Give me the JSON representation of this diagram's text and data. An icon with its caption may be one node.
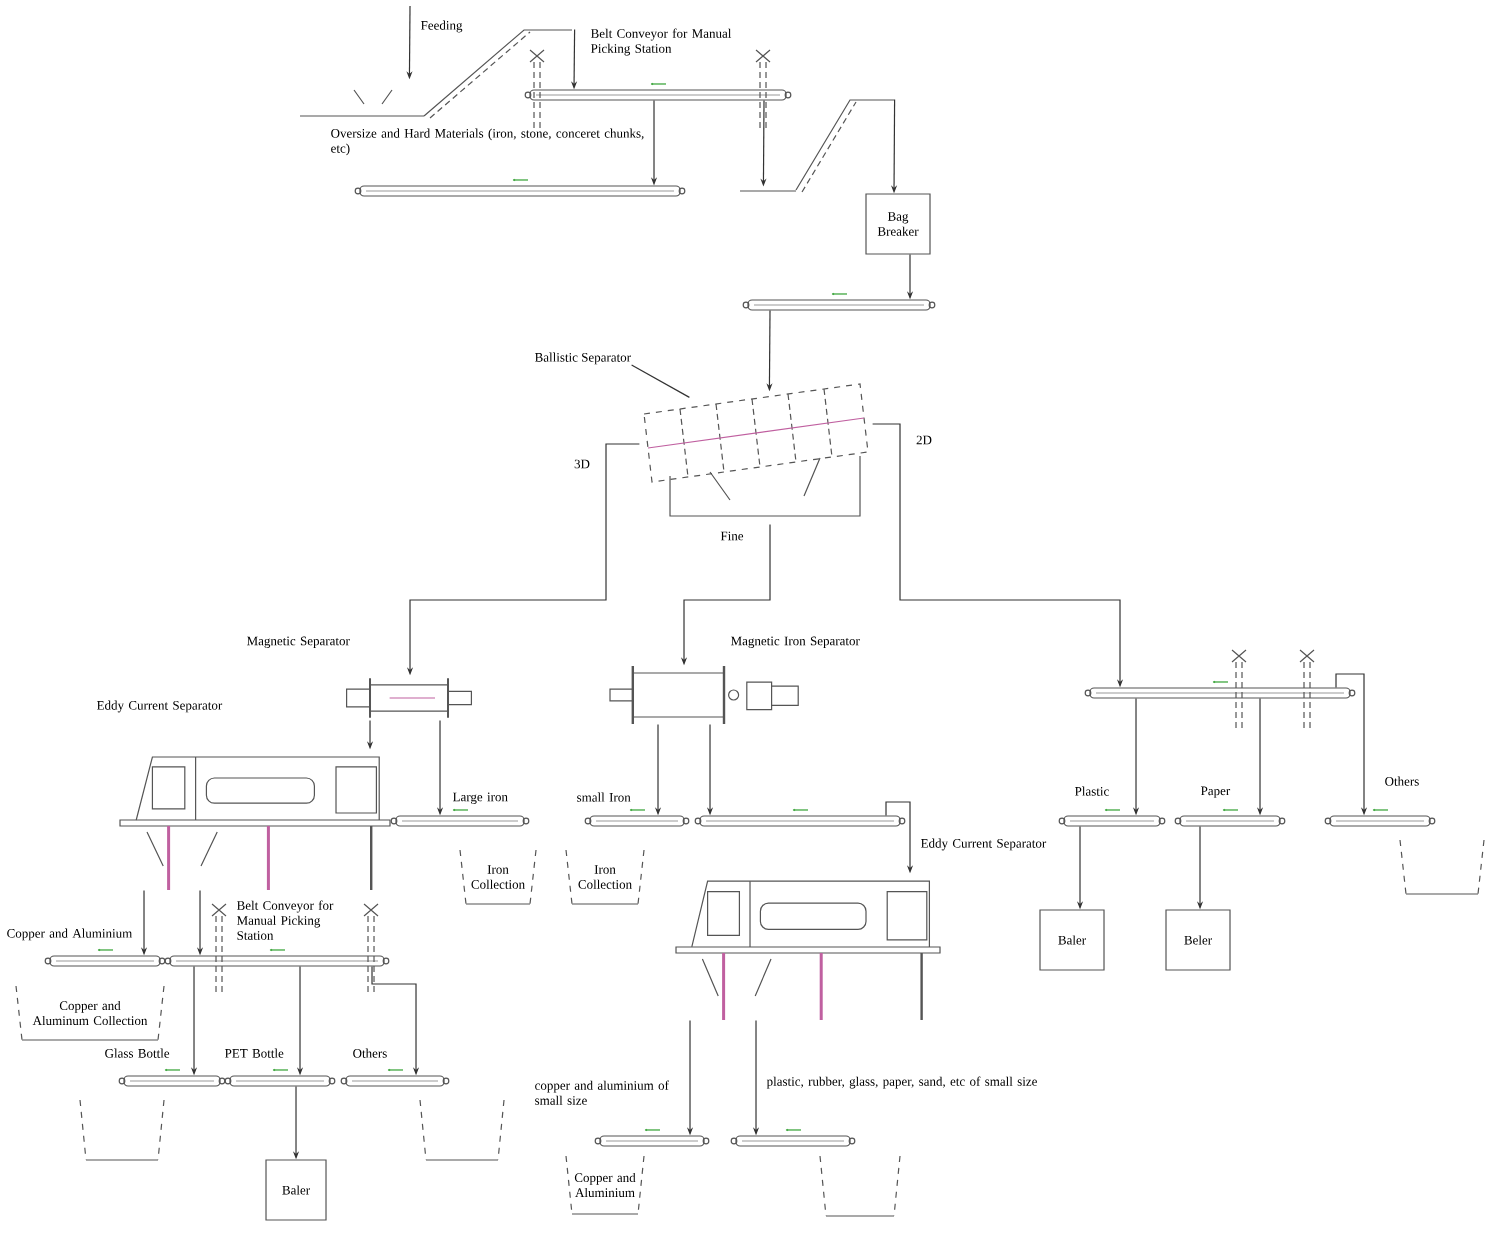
{
  "diagram": {
    "nodes": [
      {
        "text": [],
        "shape": "conveyor"
      },
      {
        "text": [
          "Belt Conveyor for Manual Picking Station"
        ]
      },
      {
        "text": [
          "Oversize and Hard Materials (iron, stone, conceret chunks, etc)"
        ]
      },
      {
        "text": [],
        "shape": "conveyor"
      },
      {
        "text": [
          "Bag Breaker"
        ]
      },
      {
        "text": [],
        "shape": "conveyor"
      },
      {
        "text": [
          "Ballistic Separator"
        ]
      },
      {
        "text": [],
        "shape": "picture"
      },
      {
        "text": [
          "Magnetic Separator"
        ]
      },
      {
        "text": [
          "Eddy Current Separator"
        ]
      },
      {
        "text": [
          "Large iron"
        ]
      },
      {
        "text": [
          "Iron Collection"
        ]
      },
      {
        "text": [
          "Copper and Aluminium"
        ]
      },
      {
        "text": [
          "Copper and Aluminum Collection"
        ]
      },
      {
        "text": [
          "Belt Conveyor for Manual Picking Station"
        ]
      },
      {
        "text": [
          "Glass Bottle"
        ]
      },
      {
        "text": [
          "PET Bottle"
        ]
      },
      {
        "text": [
          "Others"
        ]
      },
      {
        "text": [],
        "shape": "bin"
      },
      {
        "text": [],
        "shape": "bin"
      },
      {
        "text": [
          "Baler"
        ]
      },
      {
        "text": [
          "Magnetic Iron Separator"
        ]
      },
      {
        "text": [
          "small Iron"
        ]
      },
      {
        "text": [
          "Iron Collection"
        ]
      },
      {
        "text": [],
        "shape": "conveyor"
      },
      {
        "text": [
          "Eddy Current Separator"
        ]
      },
      {
        "text": [
          "copper and aluminium of small size"
        ]
      },
      {
        "text": [
          "Copper and Aluminium"
        ]
      },
      {
        "text": [
          "plastic, rubber, glass, paper, sand, etc of small size"
        ]
      },
      {
        "text": [],
        "shape": "bin"
      },
      {
        "text": [],
        "shape": "conveyor"
      },
      {
        "text": [
          "Plastic"
        ]
      },
      {
        "text": [
          "Paper"
        ]
      },
      {
        "text": [
          "Others"
        ]
      },
      {
        "text": [],
        "shape": "bin"
      },
      {
        "text": [
          "Baler"
        ]
      },
      {
        "text": [
          "Beler"
        ]
      }
    ],
    "edges": [
      {
        "from": null,
        "to": 0,
        "arrow": "to"
      },
      {
        "from": 0,
        "to": 1,
        "arrow": "to"
      },
      {
        "from": 1,
        "to": 2,
        "arrow": "to"
      },
      {
        "from": 1,
        "to": 3,
        "arrow": "to"
      },
      {
        "from": 3,
        "to": 4,
        "arrow": "to"
      },
      {
        "from": 4,
        "to": 5,
        "arrow": "to"
      },
      {
        "from": 5,
        "to": 7,
        "arrow": "to"
      },
      {
        "from": 6,
        "to": 7,
        "arrow": "none"
      },
      {
        "from": 7,
        "to": 8,
        "arrow": "to",
        "label": "3D"
      },
      {
        "from": 7,
        "to": 21,
        "arrow": "to",
        "label": "Fine"
      },
      {
        "from": 7,
        "to": 30,
        "arrow": "to",
        "label": "2D"
      },
      {
        "from": 8,
        "to": 9,
        "arrow": "to"
      },
      {
        "from": 8,
        "to": 10,
        "arrow": "to"
      },
      {
        "from": 9,
        "to": 12,
        "arrow": "to"
      },
      {
        "from": 9,
        "to": 14,
        "arrow": "to"
      },
      {
        "from": 14,
        "to": 15,
        "arrow": "to"
      },
      {
        "from": 14,
        "to": 16,
        "arrow": "to"
      },
      {
        "from": 14,
        "to": 17,
        "arrow": "to"
      },
      {
        "from": 16,
        "to": 20,
        "arrow": "to"
      },
      {
        "from": 21,
        "to": 22,
        "arrow": "to"
      },
      {
        "from": 21,
        "to": 24,
        "arrow": "to"
      },
      {
        "from": 24,
        "to": 25,
        "arrow": "to"
      },
      {
        "from": 25,
        "to": 26,
        "arrow": "to"
      },
      {
        "from": 25,
        "to": 28,
        "arrow": "to"
      },
      {
        "from": 30,
        "to": 31,
        "arrow": "to"
      },
      {
        "from": 30,
        "to": 32,
        "arrow": "to"
      },
      {
        "from": 30,
        "to": 33,
        "arrow": "to"
      },
      {
        "from": 31,
        "to": 35,
        "arrow": "to"
      },
      {
        "from": 32,
        "to": 36,
        "arrow": "to"
      }
    ],
    "labels": [
      "Feeding"
    ]
  }
}
